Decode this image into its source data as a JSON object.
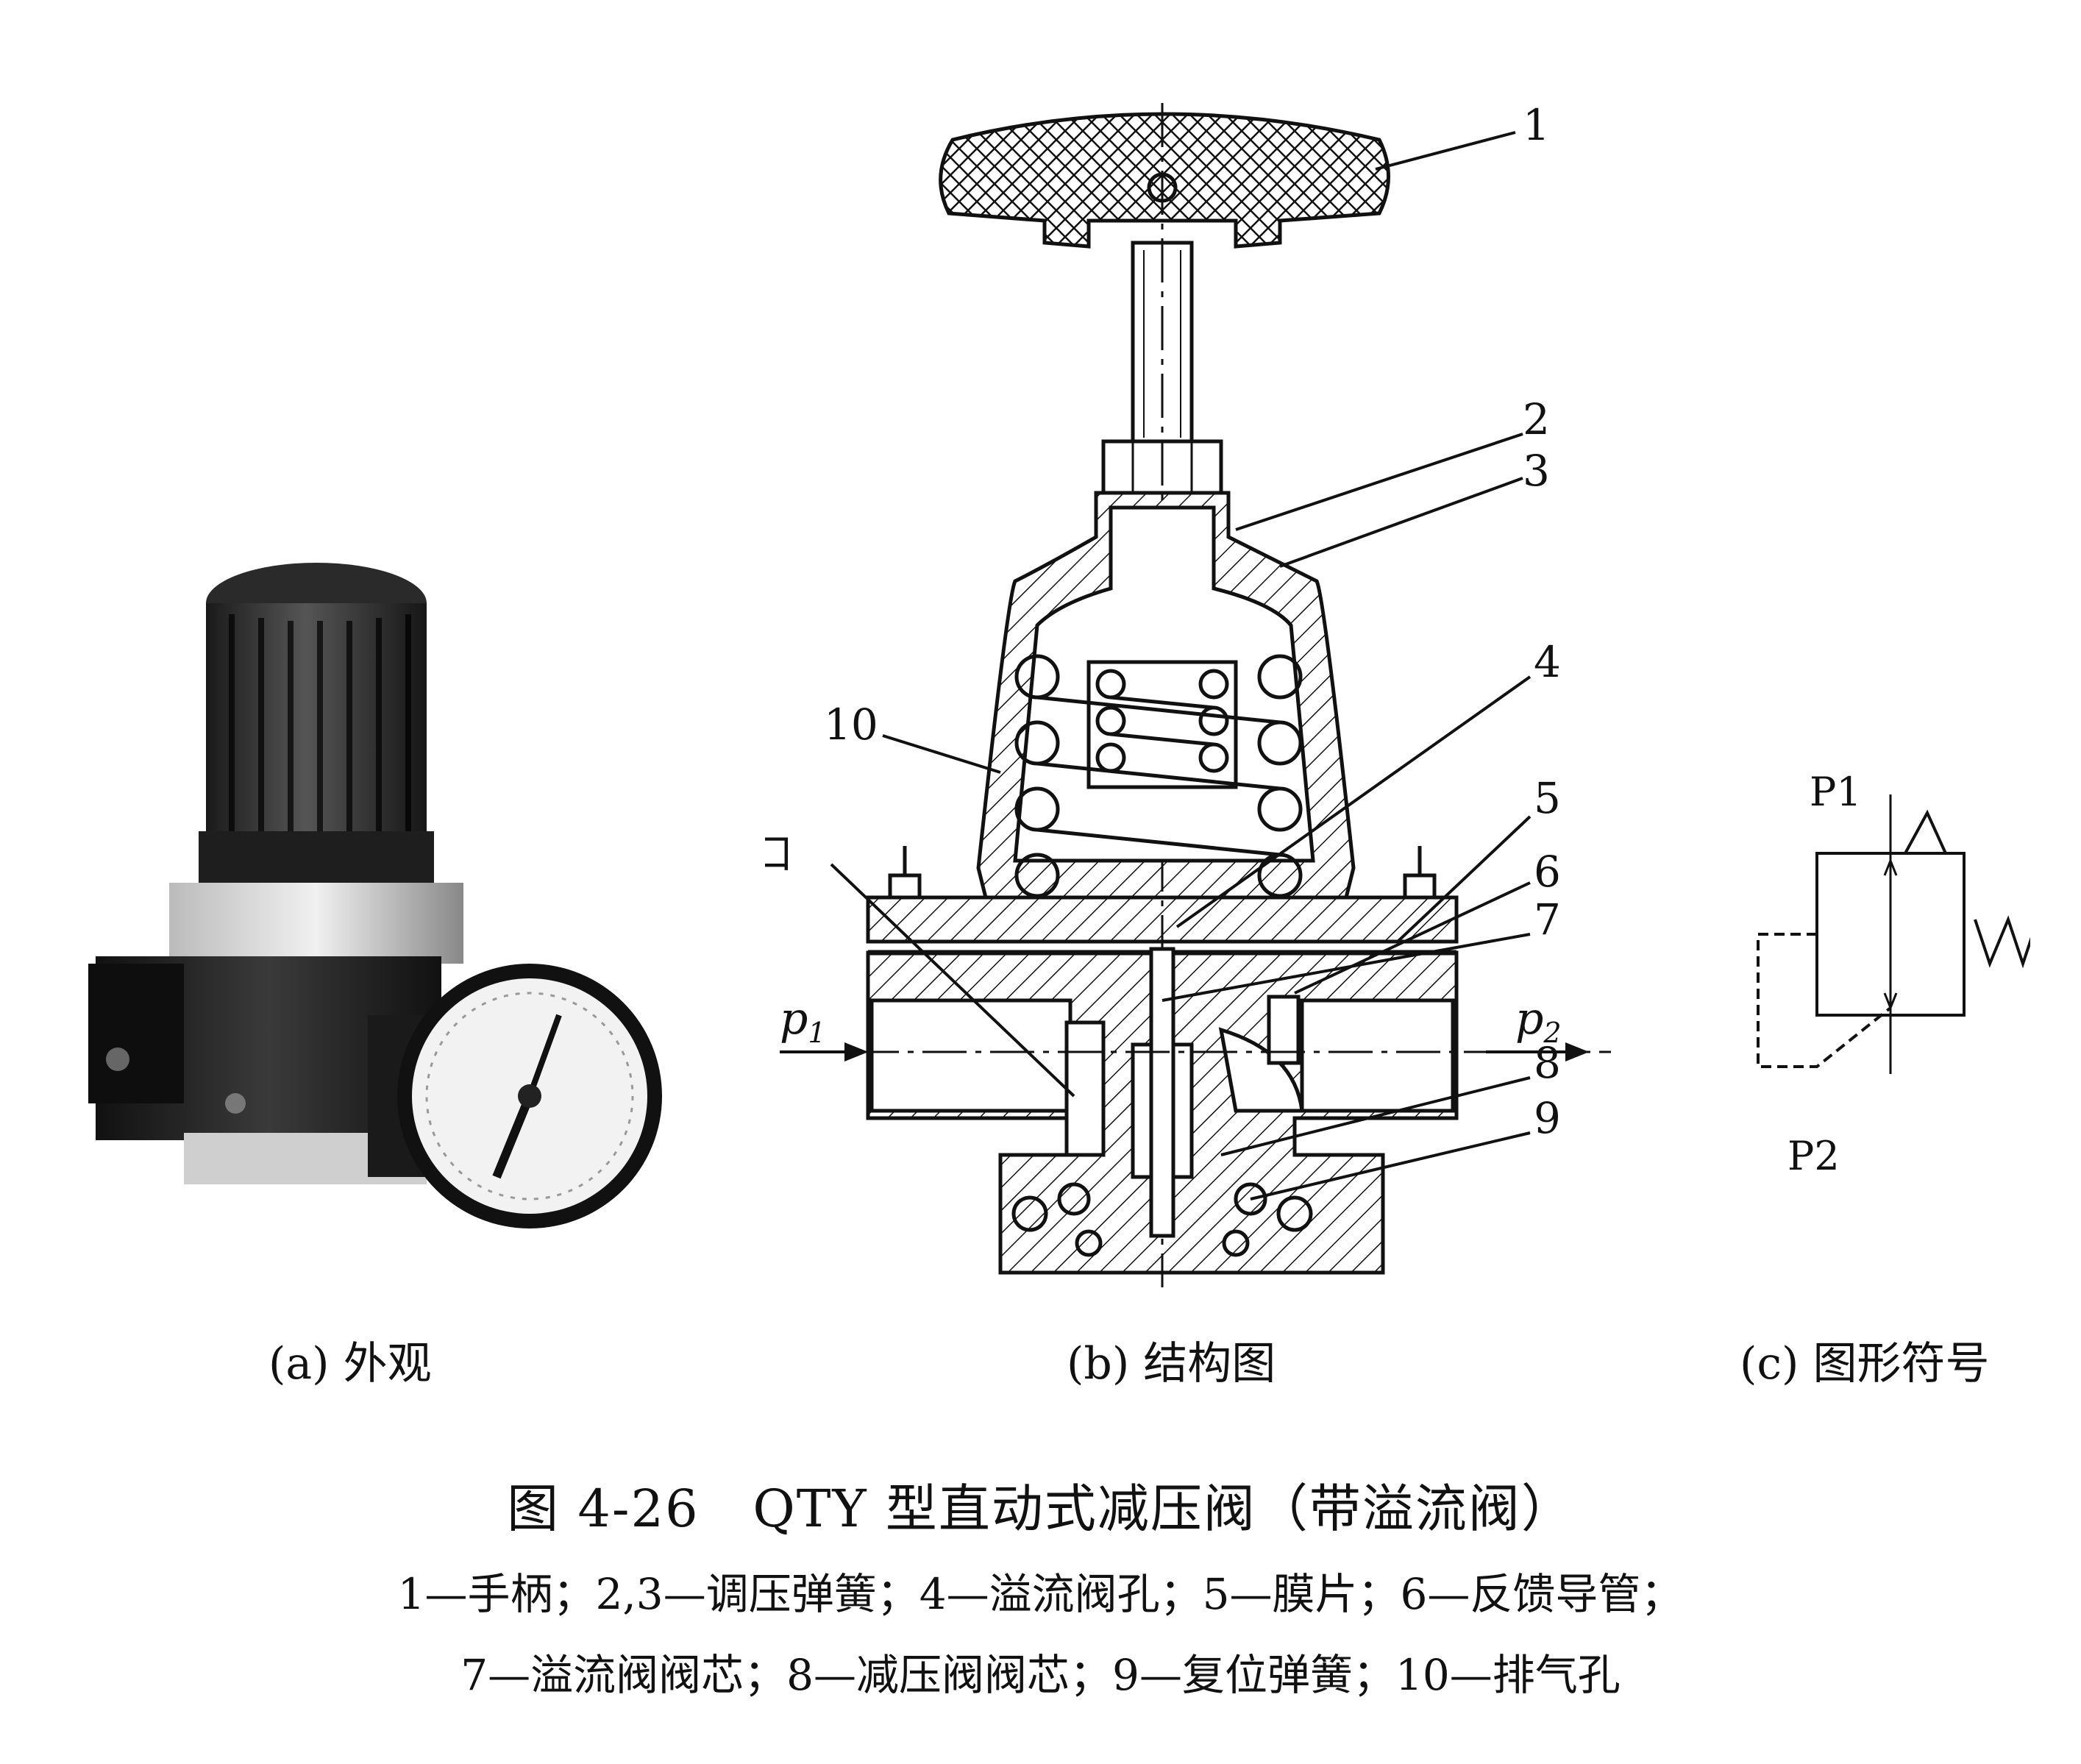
{
  "panels": {
    "a": {
      "caption": "(a) 外观"
    },
    "b": {
      "caption": "(b) 结构图",
      "callouts": [
        "1",
        "2",
        "3",
        "4",
        "5",
        "6",
        "7",
        "8",
        "9",
        "10"
      ],
      "port_label": "减压口",
      "inlet_label": "p",
      "inlet_sub": "1",
      "outlet_label": "p",
      "outlet_sub": "2"
    },
    "c": {
      "caption": "(c) 图形符号",
      "p1_label": "P1",
      "p2_label": "P2"
    }
  },
  "figure": {
    "title": "图 4-26   QTY 型直动式减压阀（带溢流阀）",
    "legend_line1": "1—手柄；2,3—调压弹簧；4—溢流阀孔；5—膜片；6—反馈导管；",
    "legend_line2": "7—溢流阀阀芯；8—减压阀阀芯；9—复位弹簧；10—排气孔"
  },
  "colors": {
    "ink": "#111111",
    "metal_light": "#d9d9d9",
    "metal_dark": "#2b2b2b"
  }
}
